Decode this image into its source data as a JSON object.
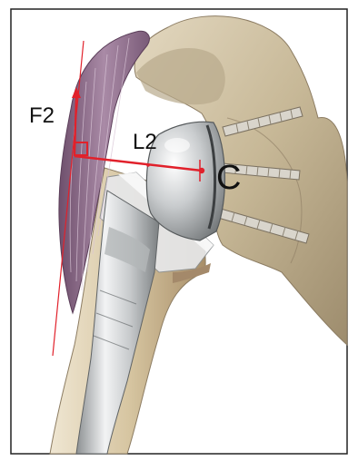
{
  "labels": {
    "force": "F2",
    "lever_arm": "L2",
    "center": "C"
  },
  "colors": {
    "background": "#ffffff",
    "frame_border": "#222222",
    "annotation_red": "#e1212b",
    "deltoid_muscle": "#8e6e8c",
    "bone": "#cdbfa4",
    "bone_shadow": "#8c7c62",
    "implant_metal": "#c9ccce",
    "implant_highlight": "#f2f3f4",
    "screw_color": "#d9d5cc",
    "label_text": "#111111"
  },
  "elements": {
    "muscle": "deltoid-muscle",
    "implant": "reverse-shoulder-prosthesis",
    "glenosphere": "glenosphere-component",
    "stem": "humeral-stem",
    "scapula": "scapula-bone",
    "humerus": "humerus-bone"
  }
}
